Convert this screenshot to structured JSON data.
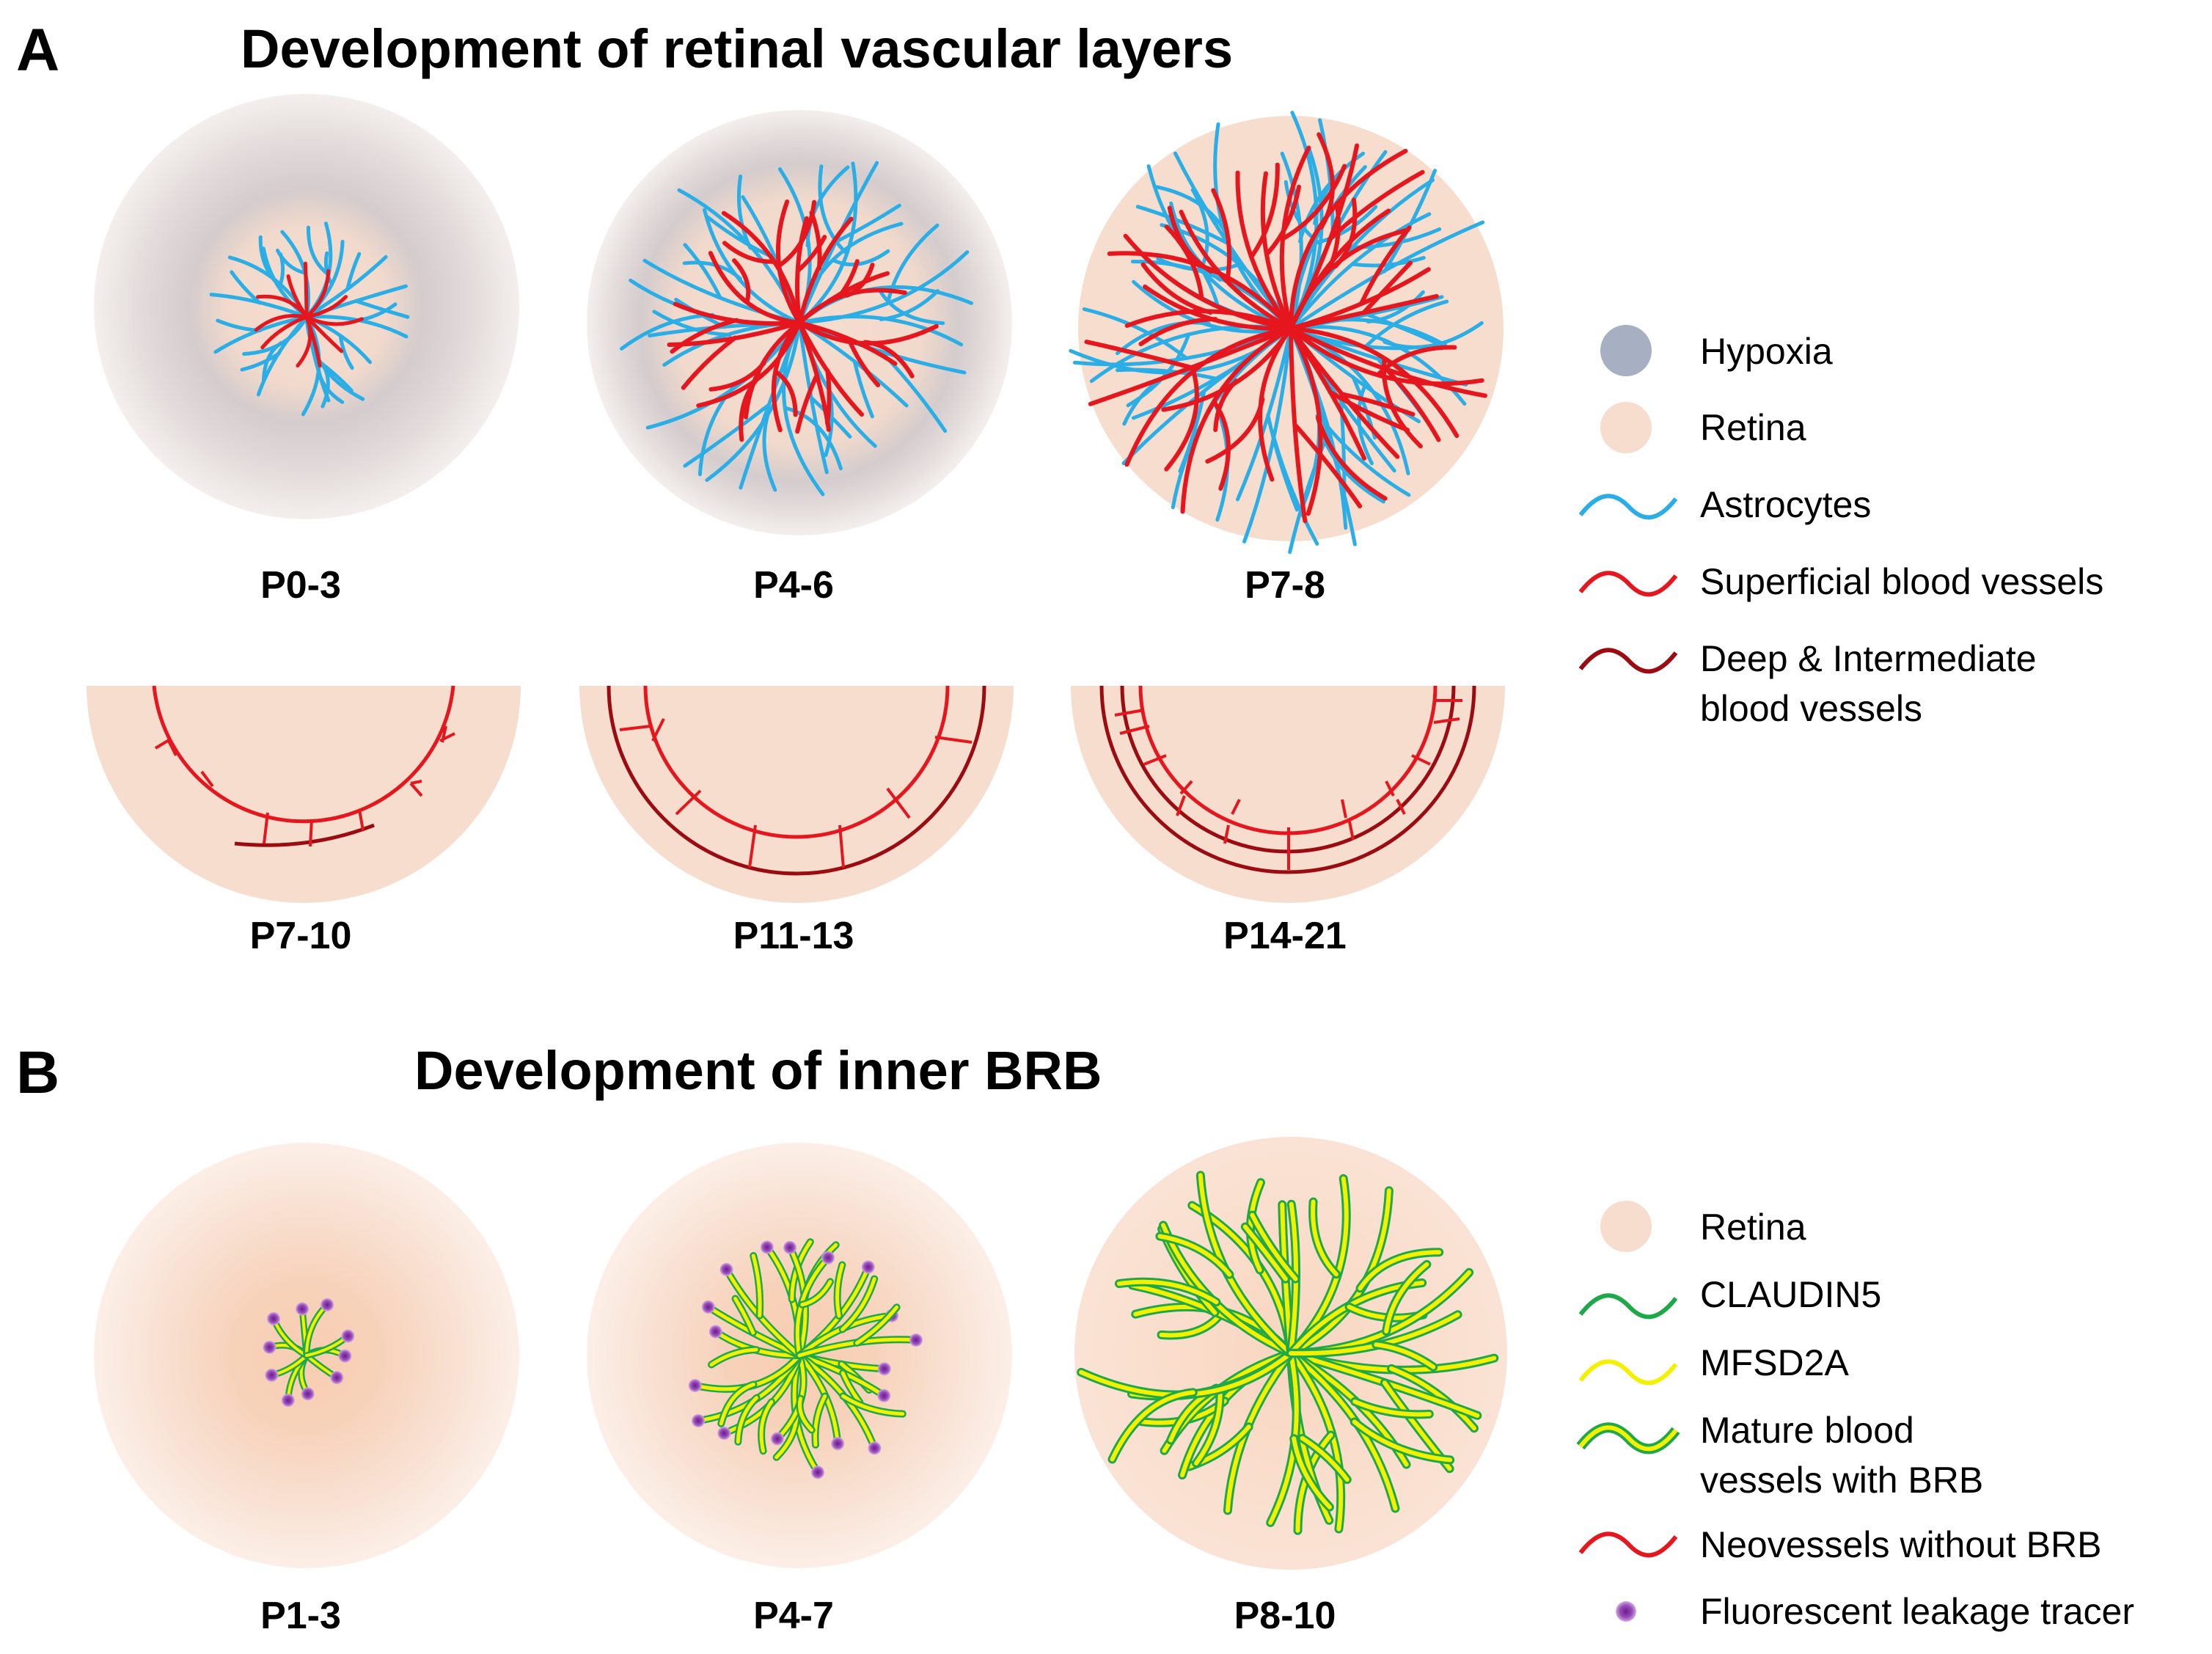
{
  "panel_a": {
    "letter": "A",
    "title": "Development of retinal vascular layers",
    "stages": [
      "P0-3",
      "P4-6",
      "P7-8"
    ],
    "cross_sections": [
      "P7-10",
      "P11-13",
      "P14-21"
    ],
    "legend": [
      {
        "label": "Hypoxia",
        "icon": "gray-disc-icon",
        "color": "#a7b0c2"
      },
      {
        "label": "Retina",
        "icon": "peach-disc-icon",
        "color": "#f6ddce"
      },
      {
        "label": "Astrocytes",
        "icon": "blue-wave-icon",
        "color": "#2aaee5"
      },
      {
        "label": "Superficial blood vessels",
        "icon": "red-wave-icon",
        "color": "#e5161d"
      },
      {
        "label_line1": "Deep & Intermediate",
        "label_line2": "blood vessels",
        "icon": "darkred-wave-icon",
        "color": "#9b0c12"
      }
    ]
  },
  "panel_b": {
    "letter": "B",
    "title": "Development of inner BRB",
    "stages": [
      "P1-3",
      "P4-7",
      "P8-10"
    ],
    "legend": [
      {
        "label": "Retina",
        "icon": "peach-disc-icon",
        "color": "#f6ddce"
      },
      {
        "label": "CLAUDIN5",
        "icon": "green-wave-icon",
        "color": "#1fa84a"
      },
      {
        "label": "MFSD2A",
        "icon": "yellow-wave-icon",
        "color": "#f3f000"
      },
      {
        "label_line1": "Mature blood",
        "label_line2": "vessels with BRB",
        "icon": "green-yellow-wave-icon"
      },
      {
        "label": "Neovessels without BRB",
        "icon": "red-wave-icon",
        "color": "#e5161d"
      },
      {
        "label": "Fluorescent leakage tracer",
        "icon": "purple-dot-icon",
        "color": "#8a3aa8"
      }
    ]
  }
}
